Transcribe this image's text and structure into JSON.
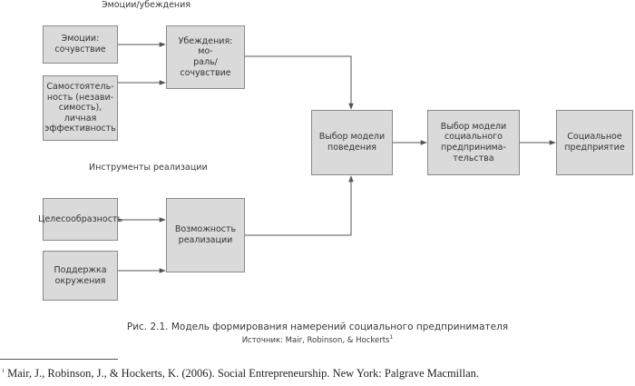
{
  "sections": {
    "top_label": "Эмоции/убеждения",
    "bottom_label": "Инструменты реализации"
  },
  "boxes": {
    "emotions": "Эмоции:\nсочувствие",
    "self_efficacy": "Самостоятель-\nность (незави-\nсимость), личная\nэффективность",
    "beliefs": "Убеждения: мо-\nраль/сочувствие",
    "expediency": "Целесообразность",
    "env_support": "Поддержка\nокружения",
    "feasibility": "Возможность\nреализации",
    "behavior_model": "Выбор модели\nповедения",
    "social_entrepreneur_model": "Выбор модели\nсоциального\nпредпринима-\nтельства",
    "social_enterprise": "Социальное\nпредприятие"
  },
  "caption": {
    "title": "Рис. 2.1. Модель формирования намерений социального предпринимателя",
    "source": "Источник: Mair, Robinson, & Hockerts",
    "source_ref": "1"
  },
  "footnote": {
    "marker": "1",
    "text": " Mair, J., Robinson, J., & Hockerts, K. (2006). Social Entrepreneurship. New York: Palgrave Macmillan."
  },
  "colors": {
    "box_fill": "#dadada",
    "box_border": "#8a8a8a",
    "arrow": "#555555"
  }
}
